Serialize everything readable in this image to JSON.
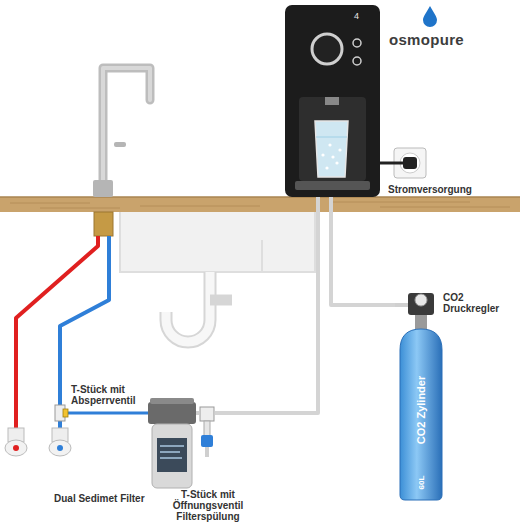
{
  "diagram": {
    "nodes": [
      {
        "text": [
          "4",
          "osmopure"
        ]
      },
      {
        "text": [
          "CO2 Druckregler",
          "CO2 Zylinder",
          "60L"
        ]
      },
      {
        "text": [
          "T-Stück mit Absperrventil"
        ]
      },
      {
        "text": [
          "Dual Sedimet Filter"
        ]
      },
      {
        "text": [
          "T-Stück mit Öffnungsventil Filterspülung"
        ]
      }
    ],
    "edges": [
      {
        "from": 2,
        "to": 3,
        "arrow": "none"
      },
      {
        "from": 3,
        "to": 4,
        "arrow": "none"
      },
      {
        "from": 4,
        "to": 0,
        "arrow": "none"
      },
      {
        "from": 1,
        "to": 0,
        "arrow": "none"
      }
    ],
    "labels": [
      "Stromversorgung"
    ]
  }
}
